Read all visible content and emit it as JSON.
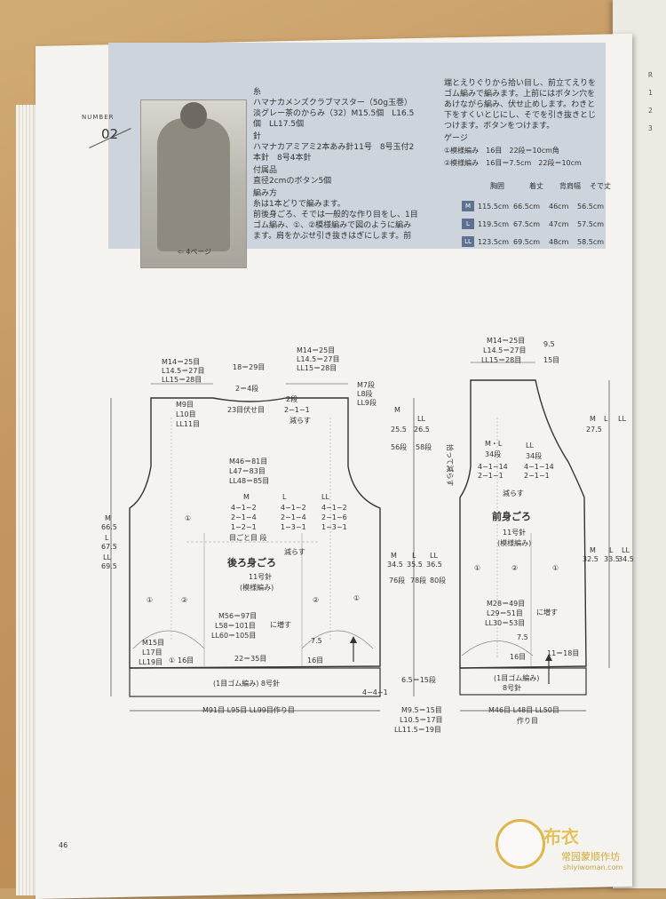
{
  "header": {
    "number_label": "NUMBER",
    "number_value": "02",
    "photo_ref": "⇦ 4ページ",
    "materials_title": "糸",
    "materials_1": "ハマナカメンズクラブマスター（50g玉巻）",
    "materials_2": "淡グレー茶のからみ（32）M15.5個　L16.5",
    "materials_3": "個　LL17.5個",
    "needle_title": "針",
    "needle_1": "ハマナカアミアミ2本あみ針11号　8号玉付2",
    "needle_2": "本針　8号4本針",
    "accessory_title": "付属品",
    "accessory_1": "直径2cmのボタン5個",
    "method_title": "編み方",
    "method_1": "糸は1本どりで編みます。",
    "method_2": "前後身ごろ、そでは一般的な作り目をし、1目",
    "method_3": "ゴム編み、①、②模様編みで図のように編み",
    "method_4": "ます。肩をかぶせ引き抜きはぎにします。前",
    "right_1": "端とえりぐりから拾い目し、前立てえりを",
    "right_2": "ゴム編みで編みます。上前にはボタン穴を",
    "right_3": "あけながら編み、伏せ止めします。わきと",
    "right_4": "下をすくいとじにし、そでを引き抜きとじ",
    "right_5": "つけます。ボタンをつけます。",
    "gauge_title": "ゲージ",
    "gauge_1": "①模様編み　16目　22段＝10cm角",
    "gauge_2": "②模様編み　16目＝7.5cm　22段＝10cm",
    "size_headers": [
      "胸囲",
      "着丈",
      "背肩幅",
      "そで丈"
    ],
    "sizes": [
      {
        "tag": "M",
        "chest": "115.5cm",
        "length": "66.5cm",
        "shoulder": "46cm",
        "sleeve": "56.5cm"
      },
      {
        "tag": "L",
        "chest": "119.5cm",
        "length": "67.5cm",
        "shoulder": "47cm",
        "sleeve": "57.5cm"
      },
      {
        "tag": "LL",
        "chest": "123.5cm",
        "length": "69.5cm",
        "shoulder": "48cm",
        "sleeve": "58.5cm"
      }
    ]
  },
  "back": {
    "shoulder_left_m": "M14＝25目",
    "shoulder_left_l": "L14.5＝27目",
    "shoulder_left_ll": "LL15＝28目",
    "neck_width": "18＝29目",
    "shoulder_right_m": "M14＝25目",
    "shoulder_right_l": "L14.5＝27目",
    "shoulder_right_ll": "LL15＝28目",
    "neck_depth": "2＝4段",
    "neck_bind": "23目伏せ目",
    "neck_dec": "2段",
    "neck_dec2": "2−1−1",
    "neck_dec3": "減らす",
    "armhole_m": "M7段",
    "armhole_l": "L8段",
    "armhole_ll": "LL9段",
    "side_m": "M9目",
    "side_l": "L10目",
    "side_ll": "LL11目",
    "mid_m": "M46＝81目",
    "mid_l": "L47＝83目",
    "mid_ll": "LL48＝85目",
    "dec_head_m": "M",
    "dec_head_l": "L",
    "dec_head_ll": "LL",
    "dec_m1": "4−1−2",
    "dec_m2": "2−1−4",
    "dec_m3": "1−2−1",
    "dec_l1": "4−1−2",
    "dec_l2": "2−1−4",
    "dec_l3": "1−3−1",
    "dec_ll1": "4−1−2",
    "dec_ll2": "2−1−6",
    "dec_ll3": "1−3−1",
    "dec_note": "目ごと目 段",
    "dec_note2": "減らす",
    "title": "後ろ身ごろ",
    "needle": "11号針",
    "pattern": "(模様編み)",
    "inc_m": "M56＝97目",
    "inc_l": "L58＝101目",
    "inc_ll": "LL60＝105目",
    "inc_note": "に増す",
    "hem_m": "M15目",
    "hem_l": "L17目",
    "hem_ll": "LL19目",
    "hem_16": "16目",
    "hem_center": "22＝35目",
    "hem_right": "16目",
    "width_75": "7.5",
    "rib": "(1目ゴム編み) 8号針",
    "cast_on": "M91目 L95目 LL99目作り目",
    "rib_height": "6.5＝15段",
    "height_m": "M",
    "height_m_v": "66.5",
    "height_l": "L",
    "height_l_v": "67.5",
    "height_ll": "LL",
    "height_ll_v": "69.5",
    "upper_m": "M",
    "upper_m_v": "25.5",
    "upper_m_r": "56段",
    "upper_ll": "LL",
    "upper_ll_v": "26.5",
    "upper_ll_r": "58段",
    "lower_m": "M",
    "lower_m_v": "34.5",
    "lower_m_r": "76段",
    "lower_l": "L",
    "lower_l_v": "35.5",
    "lower_l_r": "78段",
    "lower_ll": "LL",
    "lower_ll_v": "36.5",
    "lower_ll_r": "80段",
    "pattern_marks": [
      "①",
      "②",
      "①",
      "①",
      "②",
      "①"
    ],
    "side_ticks": "4−4−1",
    "hem_mark": "4−4−1"
  },
  "front": {
    "shoulder_m": "M14＝25目",
    "shoulder_l": "L14.5＝27目",
    "shoulder_ll": "LL15＝28目",
    "neck_w": "9.5",
    "neck_w2": "15目",
    "pickup": "拾って減らす",
    "dec_m": "M・L",
    "dec_m_rows": "34段",
    "dec_ll": "LL",
    "dec_ll_rows": "34段",
    "dec_a1": "4−1−14",
    "dec_a2": "2−1−1",
    "dec_b1": "4−1−14",
    "dec_b2": "2−1−1",
    "dec_note": "減らす",
    "title": "前身ごろ",
    "needle": "11号針",
    "pattern": "(模様編み)",
    "inc_m": "M28＝49目",
    "inc_l": "L29＝51目",
    "inc_ll": "LL30＝53目",
    "inc_note": "に増す",
    "width_75": "7.5",
    "hem_16": "16目",
    "hem_11": "11＝18目",
    "rib": "(1目ゴム編み)",
    "rib_needle": "8号針",
    "cast_on": "M46目 L48目 LL50目",
    "cast_on2": "作り目",
    "cast_left_m": "M9.5＝15目",
    "cast_left_l": "L10.5＝17目",
    "cast_left_ll": "LL11.5＝19目",
    "height_m": "M",
    "height_m_v": "27.5",
    "height_l": "L",
    "height_ll": "LL",
    "lower_m": "M",
    "lower_m_v": "32.5",
    "lower_l": "L",
    "lower_l_v": "33.5",
    "lower_ll": "LL",
    "lower_ll_v": "34.5",
    "pattern_marks": [
      "①",
      "②",
      "①"
    ]
  },
  "page_number": "46",
  "watermark": {
    "brand": "布衣",
    "sub": "常园蒙顺作坊",
    "url": "shiyiwoman.com"
  },
  "right_page_fragments": [
    "R",
    "1",
    "2",
    "3"
  ]
}
